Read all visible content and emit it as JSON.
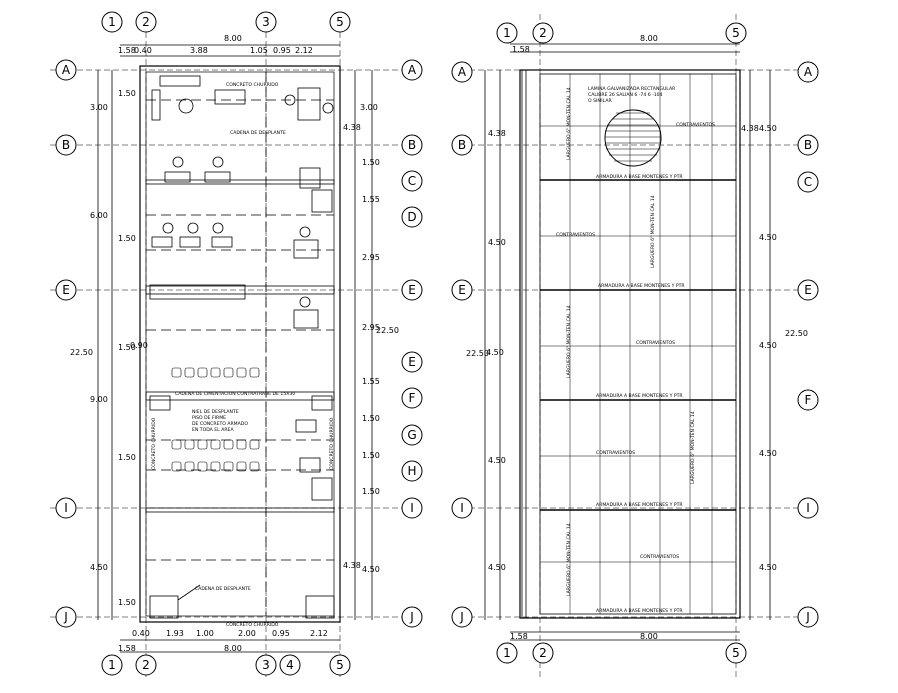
{
  "left_plan": {
    "col_bubbles_top": [
      "1",
      "2",
      "3",
      "5"
    ],
    "col_bubbles_bottom": [
      "1",
      "2",
      "3",
      "4",
      "5"
    ],
    "row_bubbles_left": [
      "A",
      "B",
      "E",
      "I",
      "J"
    ],
    "row_bubbles_right": [
      "A",
      "B",
      "C",
      "D",
      "E",
      "E",
      "F",
      "G",
      "H",
      "I",
      "J"
    ],
    "top_dims": {
      "total": "8.00",
      "d1": "1.58",
      "d2": "0.40",
      "d3": "3.88",
      "d4": "1.05",
      "d5": "0.95",
      "d6": "2.12"
    },
    "bottom_dims": {
      "total": "8.00",
      "d1": "1.58",
      "d2": "0.40",
      "d3": "1.93",
      "d4": "1.00",
      "d5": "2.00",
      "d6": "0.95",
      "d7": "2.12"
    },
    "left_dims": {
      "total": "22.50",
      "a1": "3.00",
      "a2": "6.00",
      "a3": "9.00",
      "a4": "4.50",
      "b1": "1.50",
      "b2": "1.50",
      "b3": "1.50",
      "b4": "1.50",
      "b5": "1.50",
      "b6": "0.90"
    },
    "right_dims": {
      "total": "22.50",
      "r1": "3.00",
      "r2": "4.38",
      "r3": "1.50",
      "r4": "1.55",
      "r5": "2.95",
      "r6": "2.95",
      "r7": "1.55",
      "r8": "1.50",
      "r9": "1.50",
      "r10": "1.50",
      "r11": "4.38",
      "r12": "4.50"
    },
    "labels": {
      "concreto_top": "CONCRETO CHURRIDO",
      "concreto_bottom": "CONCRETO CHURRIDO",
      "cadena_top": "CADENA DE DESPLANTE",
      "cadena_bottom": "CADENA DE DESPLANTE",
      "cadena_mid": "CADENA DE CIMENTACION CONTRATRABE DE 15X30",
      "note_1": "NIEL DE DESPLANTE",
      "note_2": "PISO DE FIRME",
      "note_3": "DE CONCRETO ARMADO",
      "note_4": "EN TODA EL AREA",
      "side_left": "CONCRETO CHURRIDO",
      "side_right": "CONCRETO CHURRIDO"
    }
  },
  "right_plan": {
    "col_bubbles_top": [
      "1",
      "2",
      "5"
    ],
    "col_bubbles_bottom": [
      "1",
      "2",
      "5"
    ],
    "row_bubbles_left": [
      "A",
      "B",
      "E",
      "I",
      "J"
    ],
    "row_bubbles_right": [
      "A",
      "B",
      "C",
      "E",
      "F",
      "I",
      "J"
    ],
    "top_dims": {
      "total": "8.00",
      "d1": "1.58"
    },
    "bottom_dims": {
      "total": "8.00",
      "d1": "1.58"
    },
    "left_dims": {
      "total": "22.50",
      "r1": "4.38",
      "r2": "4.50",
      "r3": "4.50",
      "r4": "4.50",
      "r5": "4.50"
    },
    "right_dims": {
      "total": "22.50",
      "r1": "4.38",
      "r2": "4.50",
      "r3": "4.50",
      "r4": "4.50",
      "r5": "4.50",
      "r6": "4.50"
    },
    "labels": {
      "lamina_1": "LAMINA GALVANIZADA RECTANGULAR",
      "lamina_2": "CALIBRE 26 SALIAN 6 -74 6 -104",
      "lamina_3": "O SIMILAR",
      "contravientos": "CONTRAVIENTOS",
      "armadura": "ARMADURA A BASE MONTENES Y PTR",
      "larguero": "LARGUERO 6\" MON-TEN CAL 14"
    }
  }
}
